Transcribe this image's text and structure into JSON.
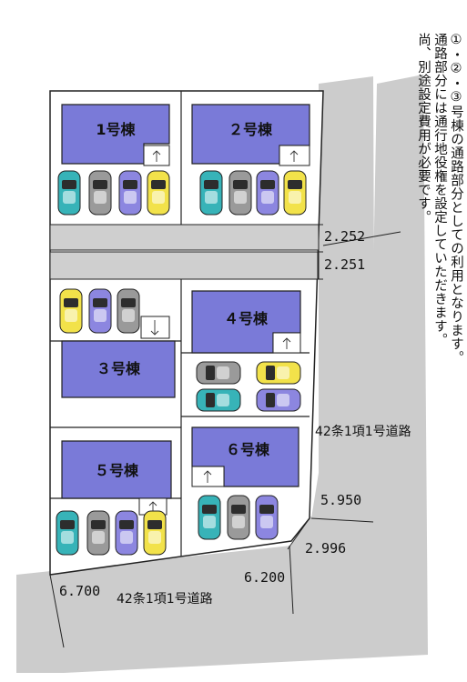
{
  "houses": [
    {
      "id": "h1",
      "label": "1号棟"
    },
    {
      "id": "h2",
      "label": "２号棟"
    },
    {
      "id": "h3",
      "label": "３号棟"
    },
    {
      "id": "h4",
      "label": "４号棟"
    },
    {
      "id": "h5",
      "label": "５号棟"
    },
    {
      "id": "h6",
      "label": "６号棟"
    }
  ],
  "dimensions": {
    "d1": "2.252",
    "d2": "2.251",
    "d3": "5.950",
    "d4": "2.996",
    "d5": "6.200",
    "d6": "6.700"
  },
  "roads": {
    "east": "42条1項1号道路",
    "south": "42条1項1号道路"
  },
  "note": {
    "line1": "①・②・③号棟の通路部分としての利用となります。",
    "line2": "通路部分には通行地役権を設定していただきます。",
    "line3": "尚、別途設定費用が必要です。"
  },
  "colors": {
    "house": "#7a7ad8",
    "road": "#cccccc",
    "passage": "#cfcfcf",
    "car_teal": "#37b3b8",
    "car_gray": "#9a9a9a",
    "car_purple": "#8c86e0",
    "car_yellow": "#f2e24a"
  }
}
